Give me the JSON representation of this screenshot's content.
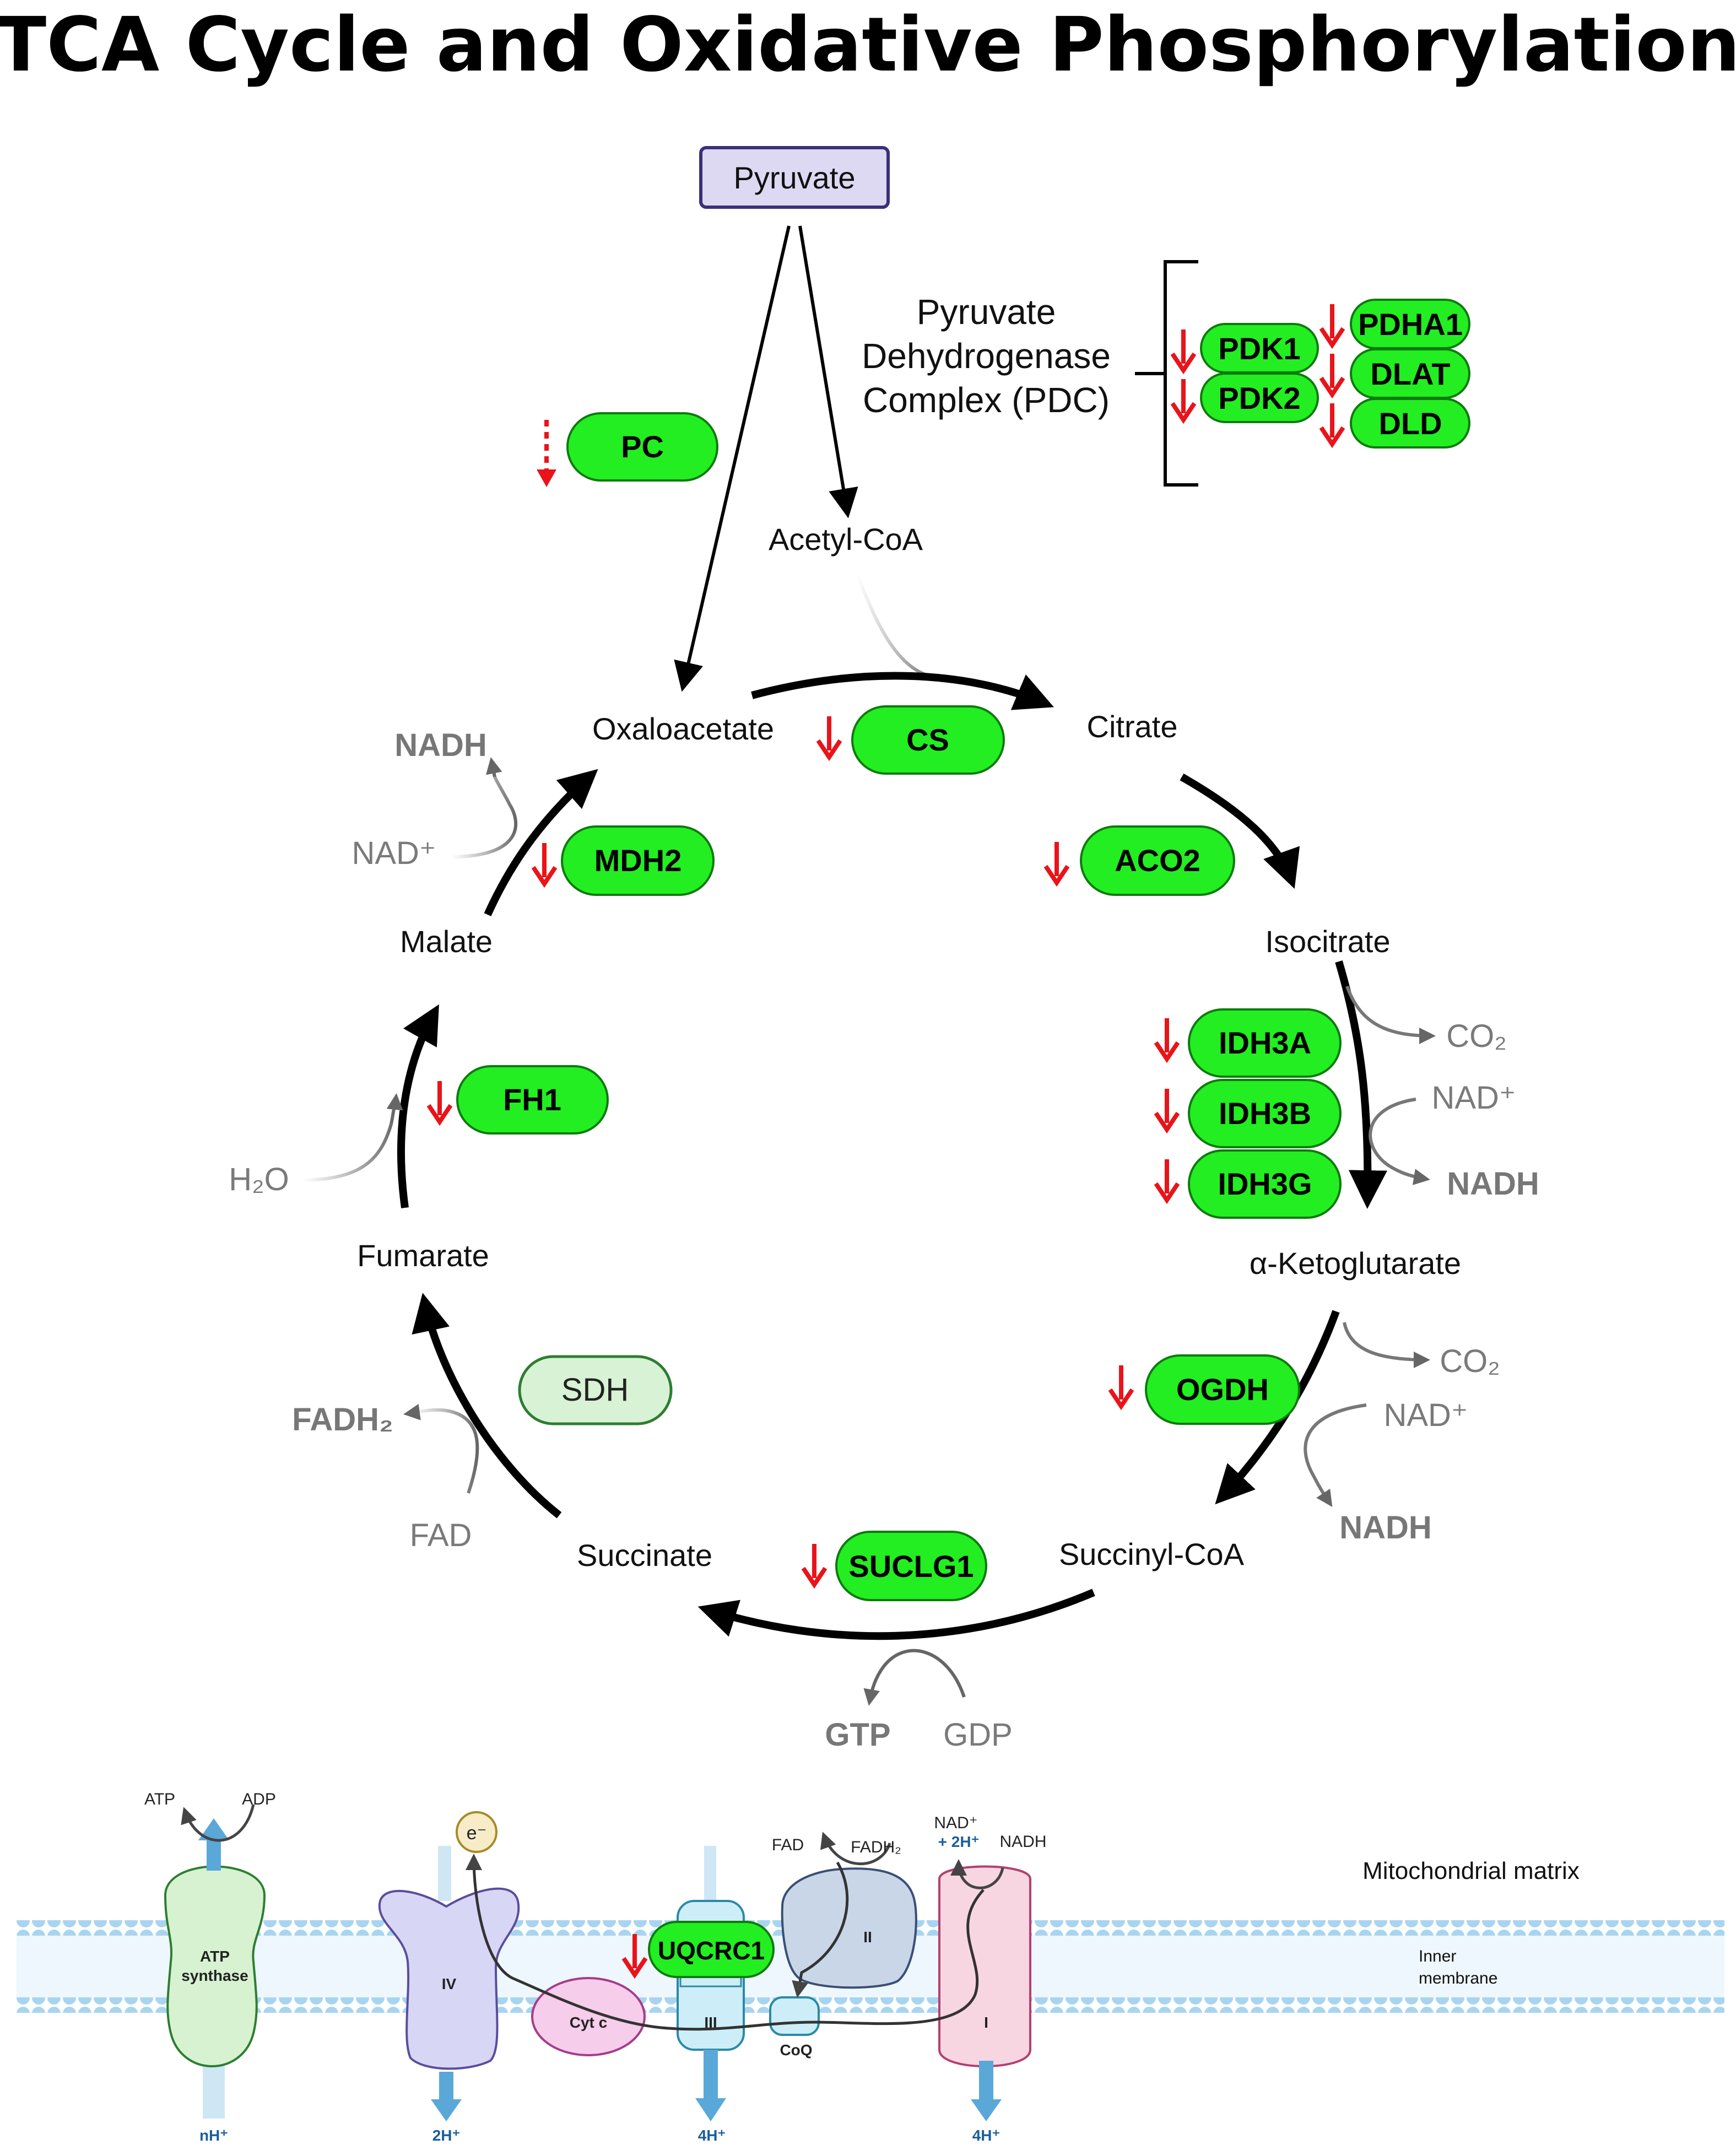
{
  "title": "TCA Cycle and Oxidative Phosphorylation",
  "metabolites": {
    "pyruvate": "Pyruvate",
    "acetyl_coa": "Acetyl-CoA",
    "oxaloacetate": "Oxaloacetate",
    "citrate": "Citrate",
    "isocitrate": "Isocitrate",
    "alpha_kg": "α-Ketoglutarate",
    "succinyl_coa": "Succinyl-CoA",
    "succinate": "Succinate",
    "fumarate": "Fumarate",
    "malate": "Malate"
  },
  "pdc": {
    "line1": "Pyruvate",
    "line2": "Dehydrogenase",
    "line3": "Complex (PDC)"
  },
  "genes": {
    "pdk1": "PDK1",
    "pdk2": "PDK2",
    "pdha1": "PDHA1",
    "dlat": "DLAT",
    "dld": "DLD",
    "pc": "PC",
    "cs": "CS",
    "aco2": "ACO2",
    "idh3a": "IDH3A",
    "idh3b": "IDH3B",
    "idh3g": "IDH3G",
    "ogdh": "OGDH",
    "suclg1": "SUCLG1",
    "sdh": "SDH",
    "fh1": "FH1",
    "mdh2": "MDH2",
    "uqcrc1": "UQCRC1"
  },
  "cofactors": {
    "nadh": "NADH",
    "nad_plus": "NAD⁺",
    "co2": "CO₂",
    "h2o": "H₂O",
    "fadh2": "FADH₂",
    "fad": "FAD",
    "gtp": "GTP",
    "gdp": "GDP"
  },
  "etc": {
    "atp": "ATP",
    "adp": "ADP",
    "atp_synthase": "ATP synthase",
    "electron": "e⁻",
    "complex_iv": "IV",
    "cyt_c": "Cyt c",
    "complex_iii": "III",
    "coq": "CoQ",
    "complex_ii": "II",
    "complex_i": "I",
    "fad": "FAD",
    "fadh2": "FADH₂",
    "nad_plus": "NAD⁺",
    "plus_2h": "+ 2H⁺",
    "nadh": "NADH",
    "matrix_label": "Mitochondrial matrix",
    "membrane_label_1": "Inner",
    "membrane_label_2": "membrane",
    "proton_nh": "nH⁺",
    "proton_2h": "2H⁺",
    "proton_4h_iii": "4H⁺",
    "proton_4h_i": "4H⁺"
  },
  "colors": {
    "gene_fill": "#22ee22",
    "gene_stroke": "#0f7a0f",
    "sdh_fill": "#d7f2d4",
    "down_arrow": "#e8141a",
    "pyruvate_box": "#ddd9f2",
    "membrane": "#a8d4f0",
    "proton_arrow": "#5aa8d8"
  }
}
